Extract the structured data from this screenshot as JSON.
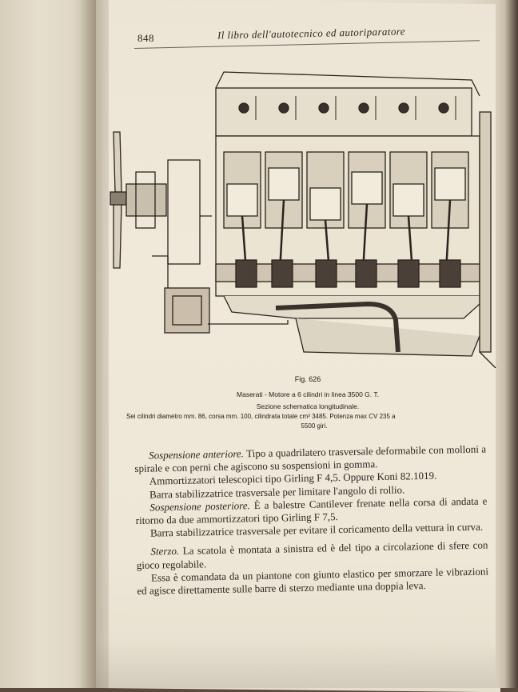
{
  "header": {
    "page_number": "848",
    "running_title": "Il libro dell'autotecnico ed autoriparatore"
  },
  "figure": {
    "number": "Fig. 626",
    "caption_line1": "Maserati - Motore a 6 cilindri in linea 3500 G. T.",
    "caption_line2": "Sezione schematica longitudinale.",
    "caption_line3": "Sei cilindri diametro mm. 86, corsa mm. 100, cilindrata totale cm³ 3485. Potenza max CV 235 a",
    "caption_line4": "5500 giri."
  },
  "body": {
    "p1_label": "Sospensione anteriore.",
    "p1_text": " Tipo a quadrilatero trasversale deformabile con molloni a spirale e con perni che agiscono su sospensioni in gomma.",
    "p2_text": "Ammortizzatori telescopici tipo Girling F 4,5. Oppure Koni 82.1019.",
    "p3_text": "Barra stabilizzatrice trasversale per limitare l'angolo di rollio.",
    "p4_label": "Sospensione posteriore.",
    "p4_text": " È a balestre Cantilever frenate nella corsa di andata e ritorno da due ammortizzatori tipo Girling F 7,5.",
    "p5_text": "Barra stabilizzatrice trasversale per evitare il coricamento della vettura in curva.",
    "p6_label": "Sterzo.",
    "p6_text": " La scatola è montata a sinistra ed è del tipo a circolazione di sfere con gioco regolabile.",
    "p7_text": "Essa è comandata da un piantone con giunto elastico per smorzare le vibrazioni ed agisce direttamente sulle barre di sterzo mediante una doppia leva."
  }
}
